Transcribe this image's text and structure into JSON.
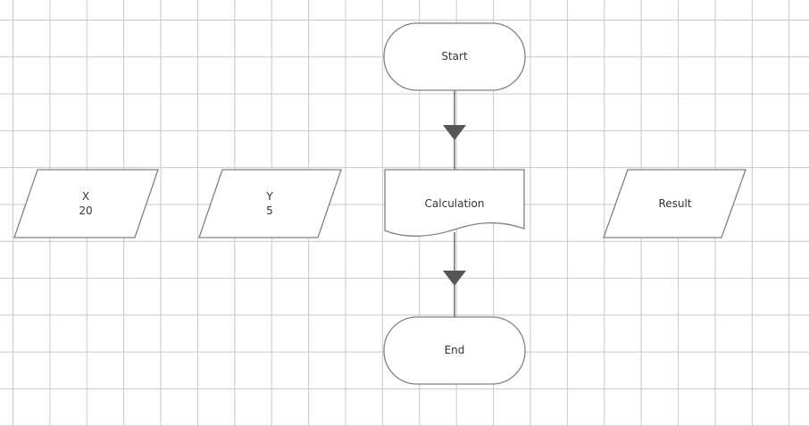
{
  "nodes": {
    "start": {
      "label": "Start"
    },
    "calculation": {
      "label": "Calculation"
    },
    "end": {
      "label": "End"
    },
    "input_x": {
      "name": "X",
      "value": "20"
    },
    "input_y": {
      "name": "Y",
      "value": "5"
    },
    "output_result": {
      "label": "Result"
    }
  }
}
